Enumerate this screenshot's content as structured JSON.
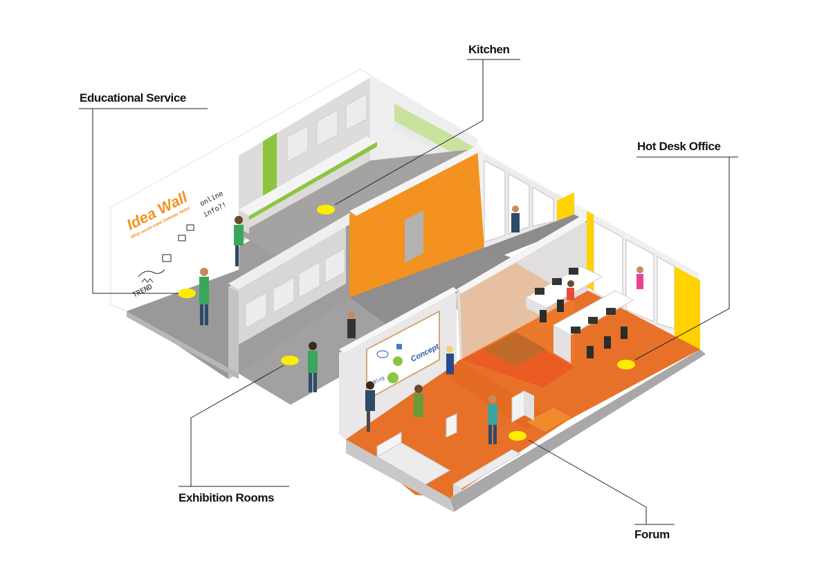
{
  "labels": {
    "educational_service": "Educational Service",
    "kitchen": "Kitchen",
    "hot_desk_office": "Hot Desk Office",
    "exhibition_rooms": "Exhibition Rooms",
    "forum": "Forum"
  },
  "idea_wall": {
    "title": "Idea Wall",
    "subtitle": "What would make Gateway better",
    "notes": [
      "TREND",
      "online",
      "info?!"
    ]
  },
  "whiteboard": {
    "concept": "Concept",
    "blog": "Blog"
  },
  "colors": {
    "accent_orange": "#f39220",
    "floor_orange": "#e8712a",
    "floor_grey": "#a09e9e",
    "wall_light": "#e6e4e4",
    "accent_green": "#8cc63f",
    "marker_yellow": "#ffed00",
    "yellow_wall": "#ffd200"
  }
}
